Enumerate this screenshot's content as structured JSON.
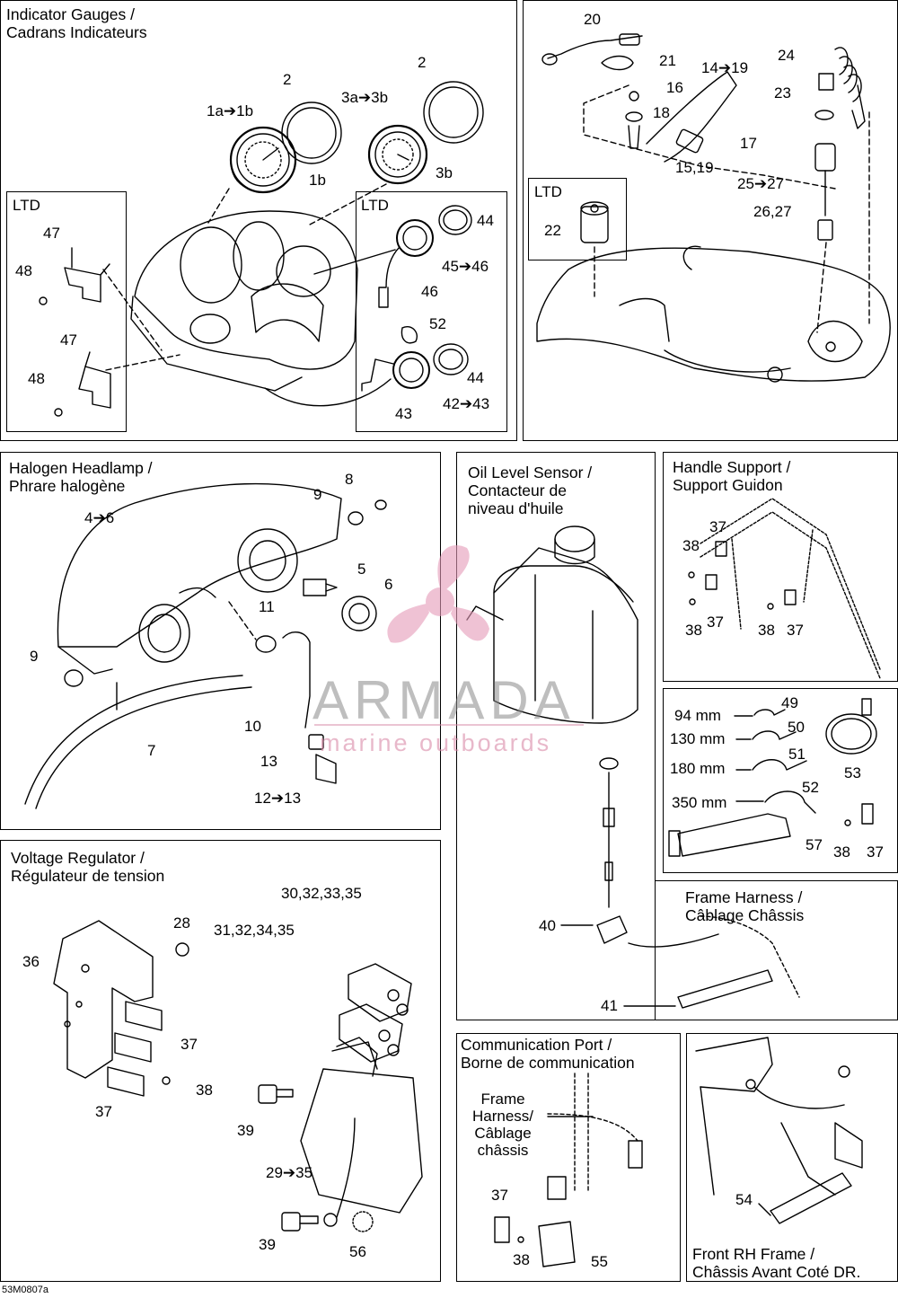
{
  "panels": {
    "indicator_gauges": {
      "title": "Indicator Gauges /\nCadrans Indicateurs"
    },
    "handlebar": {},
    "halogen_headlamp": {
      "title": "Halogen Headlamp /\nPhrare halogène"
    },
    "oil_level_sensor": {
      "title": "Oil Level Sensor /\nContacteur de\nniveau d'huile"
    },
    "handle_support": {
      "title": "Handle Support /\nSupport Guidon"
    },
    "clamps": {
      "sizes": [
        "94 mm",
        "130 mm",
        "180 mm",
        "350 mm"
      ]
    },
    "voltage_regulator": {
      "title": "Voltage Regulator /\nRégulateur de tension"
    },
    "frame_harness": {
      "title": "Frame Harness /\nCâblage Châssis"
    },
    "communication_port": {
      "title": "Communication Port /\nBorne de communication",
      "note": "Frame\nHarness/\nCâblage\nchâssis"
    },
    "front_rh_frame": {
      "title": "Front RH Frame  /\nChâssis Avant Coté DR."
    }
  },
  "ltd_label": "LTD",
  "callouts": {
    "c1a1b": "1a➔1b",
    "c1b": "1b",
    "c2a": "2",
    "c2b": "2",
    "c3a3b": "3a➔3b",
    "c3b": "3b",
    "c47a": "47",
    "c48a": "48",
    "c47b": "47",
    "c48b": "48",
    "c44a": "44",
    "c4546": "45➔46",
    "c46": "46",
    "c52a": "52",
    "c44b": "44",
    "c4243": "42➔43",
    "c43": "43",
    "c20": "20",
    "c21": "21",
    "c16": "16",
    "c18": "18",
    "c1419": "14➔19",
    "c17": "17",
    "c1519": "15,19",
    "c24": "24",
    "c23": "23",
    "c2527": "25➔27",
    "c2627": "26,27",
    "c22": "22",
    "c8": "8",
    "c9a": "9",
    "c46h": "4➔6",
    "c5": "5",
    "c6": "6",
    "c11": "11",
    "c9b": "9",
    "c10": "10",
    "c7": "7",
    "c13": "13",
    "c1213": "12➔13",
    "c40": "40",
    "c41": "41",
    "c37a": "37",
    "c38a": "38",
    "c38b": "38",
    "c37b": "37",
    "c38c": "38",
    "c37c": "37",
    "c49": "49",
    "c50": "50",
    "c51": "51",
    "c52": "52",
    "c53": "53",
    "c57": "57",
    "c38d": "38",
    "c37d": "37",
    "c28": "28",
    "c36": "36",
    "c30": "30,32,33,35",
    "c31": "31,32,34,35",
    "c37e": "37",
    "c37f": "37",
    "c38e": "38",
    "c39a": "39",
    "c2935": "29➔35",
    "c39b": "39",
    "c56": "56",
    "c37g": "37",
    "c38g": "38",
    "c55": "55",
    "c54": "54"
  },
  "watermark": {
    "brand": "ARMADA",
    "tagline": "marine outboards"
  },
  "footer_code": "53M0807a",
  "colors": {
    "line": "#000000",
    "watermark_pink": "#e59ab8",
    "watermark_gray": "#8a8a8a"
  }
}
